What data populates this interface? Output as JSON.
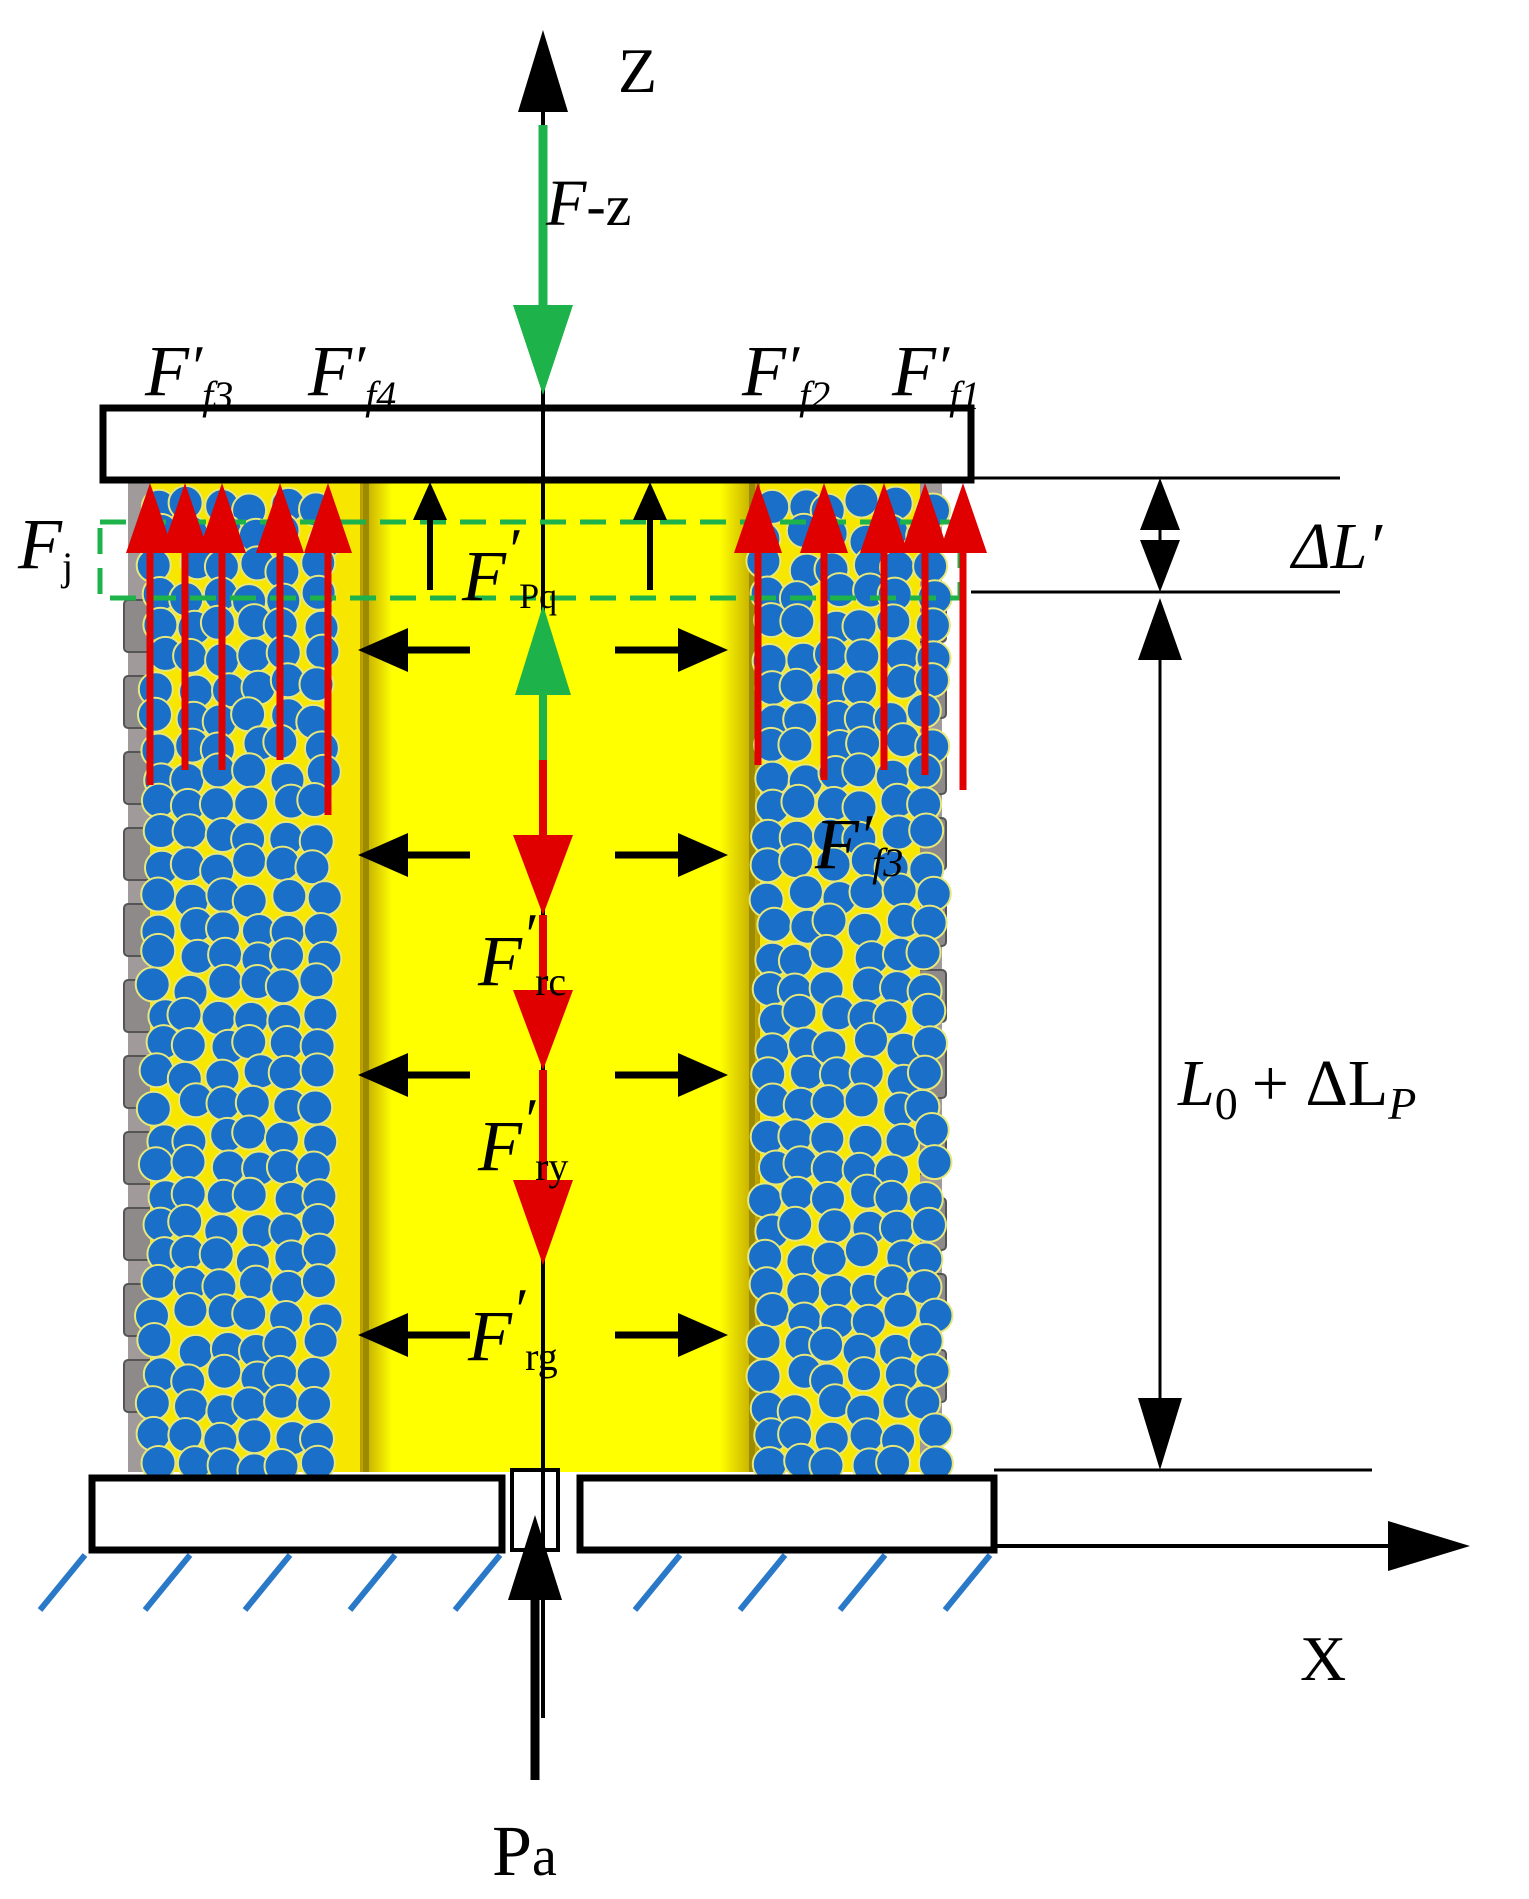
{
  "axes": {
    "z": "Z",
    "x": "X"
  },
  "pressure": {
    "base": "P",
    "sub": "a"
  },
  "forces": {
    "fz": {
      "main": "F",
      "sub": "-z"
    },
    "ff3": {
      "main": "F",
      "prime": "′",
      "sub": "f3"
    },
    "ff4": {
      "main": "F",
      "prime": "′",
      "sub": "f4"
    },
    "ff2": {
      "main": "F",
      "prime": "′",
      "sub": "f2"
    },
    "ff1": {
      "main": "F",
      "prime": "′",
      "sub": "f1"
    },
    "fj": {
      "main": "F",
      "sub": "j"
    },
    "fpq": {
      "main": "F",
      "prime": "′",
      "sub": "Pq"
    },
    "ff3b": {
      "main": "F",
      "prime": "′",
      "sub": "f3"
    },
    "frc": {
      "main": "F",
      "prime": "′",
      "sub": "rc"
    },
    "fry": {
      "main": "F",
      "prime": "′",
      "sub": "ry"
    },
    "frg": {
      "main": "F",
      "prime": "′",
      "sub": "rg"
    }
  },
  "dims": {
    "delta_l": {
      "sym": "ΔL",
      "prime": "′"
    },
    "length": {
      "l": "L",
      "l_sub": "0",
      "plus": "+ ΔL",
      "p_sub": "P"
    }
  },
  "colors": {
    "yellow": "#ffff00",
    "yellow_dark": "#d4b400",
    "particle": "#1a6fc8",
    "red": "#e00000",
    "green": "#1db34a",
    "hatch": "#2a78c8",
    "wall": "#a09a9a"
  }
}
